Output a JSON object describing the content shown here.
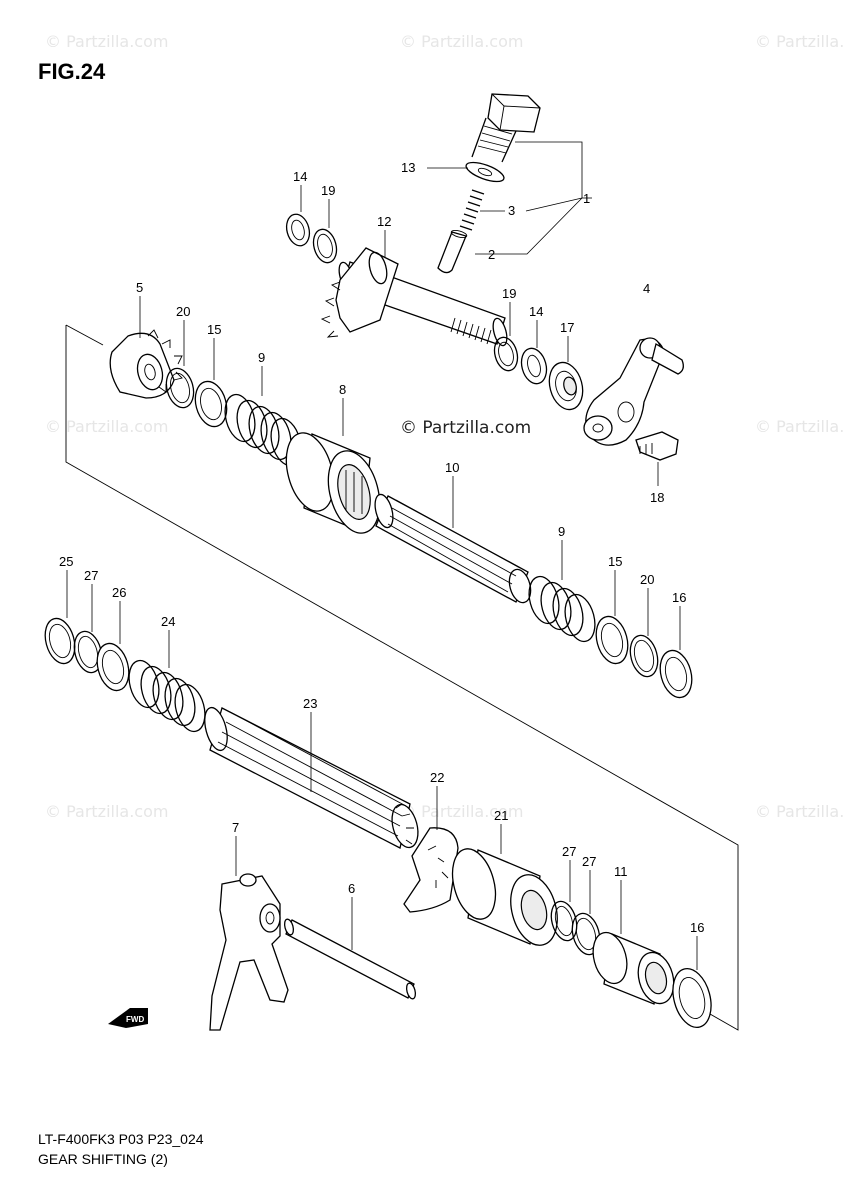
{
  "figure": {
    "title": "FIG.24",
    "code": "LT-F400FK3 P03 P23_024",
    "name": "GEAR SHIFTING (2)"
  },
  "watermark": {
    "text": "© Partzilla.com",
    "center_text": "© Partzilla.com"
  },
  "front_marker": "FWD",
  "callouts": {
    "c1": "1",
    "c2": "2",
    "c3": "3",
    "c4": "4",
    "c5": "5",
    "c6": "6",
    "c7": "7",
    "c8": "8",
    "c9a": "9",
    "c9b": "9",
    "c10": "10",
    "c11": "11",
    "c12": "12",
    "c13": "13",
    "c14a": "14",
    "c14b": "14",
    "c15a": "15",
    "c15b": "15",
    "c16a": "16",
    "c16b": "16",
    "c17": "17",
    "c18": "18",
    "c19a": "19",
    "c19b": "19",
    "c20a": "20",
    "c20b": "20",
    "c21": "21",
    "c22": "22",
    "c23": "23",
    "c24": "24",
    "c25": "25",
    "c26": "26",
    "c27a": "27",
    "c27b": "27",
    "c27c": "27"
  }
}
